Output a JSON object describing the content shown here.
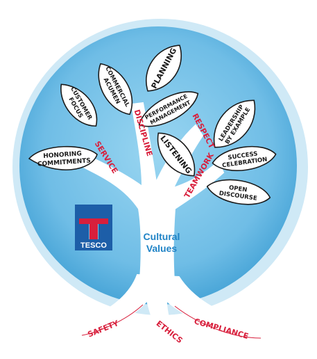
{
  "title_center": {
    "line1": "Cultural",
    "line2": "Values"
  },
  "logo": {
    "text": "TESCO",
    "colors": {
      "blue": "#1d5ea8",
      "red": "#d81f3c"
    }
  },
  "branches": {
    "service": "SERVICE",
    "discipline": "DISCIPLINE",
    "teamwork": "TEAMWORK",
    "respect": "RESPECT"
  },
  "roots": {
    "safety": "SAFETY",
    "ethics": "ETHICS",
    "compliance": "COMPLIANCE"
  },
  "leaves": {
    "honoring": [
      "HONORING",
      "COMMITMENTS"
    ],
    "customer": [
      "CUSTOMER",
      "FOCUS"
    ],
    "commercial": [
      "COMMERCIAL",
      "ACUMEN"
    ],
    "planning": [
      "PLANNING"
    ],
    "performance": [
      "PERFORMANCE",
      "MANAGEMENT"
    ],
    "listening": [
      "LISTENING"
    ],
    "leadership": [
      "LEADERSHIP",
      "BY EXAMPLE"
    ],
    "success": [
      "SUCCESS",
      "CELEBRATION"
    ],
    "open": [
      "OPEN",
      "DISCOURSE"
    ]
  },
  "colors": {
    "sky": "#79c4ea",
    "sky_dark": "#4aa6d8",
    "trunk": "#ffffff",
    "accent": "#d81f3c",
    "text_dark": "#1a1a1a"
  }
}
